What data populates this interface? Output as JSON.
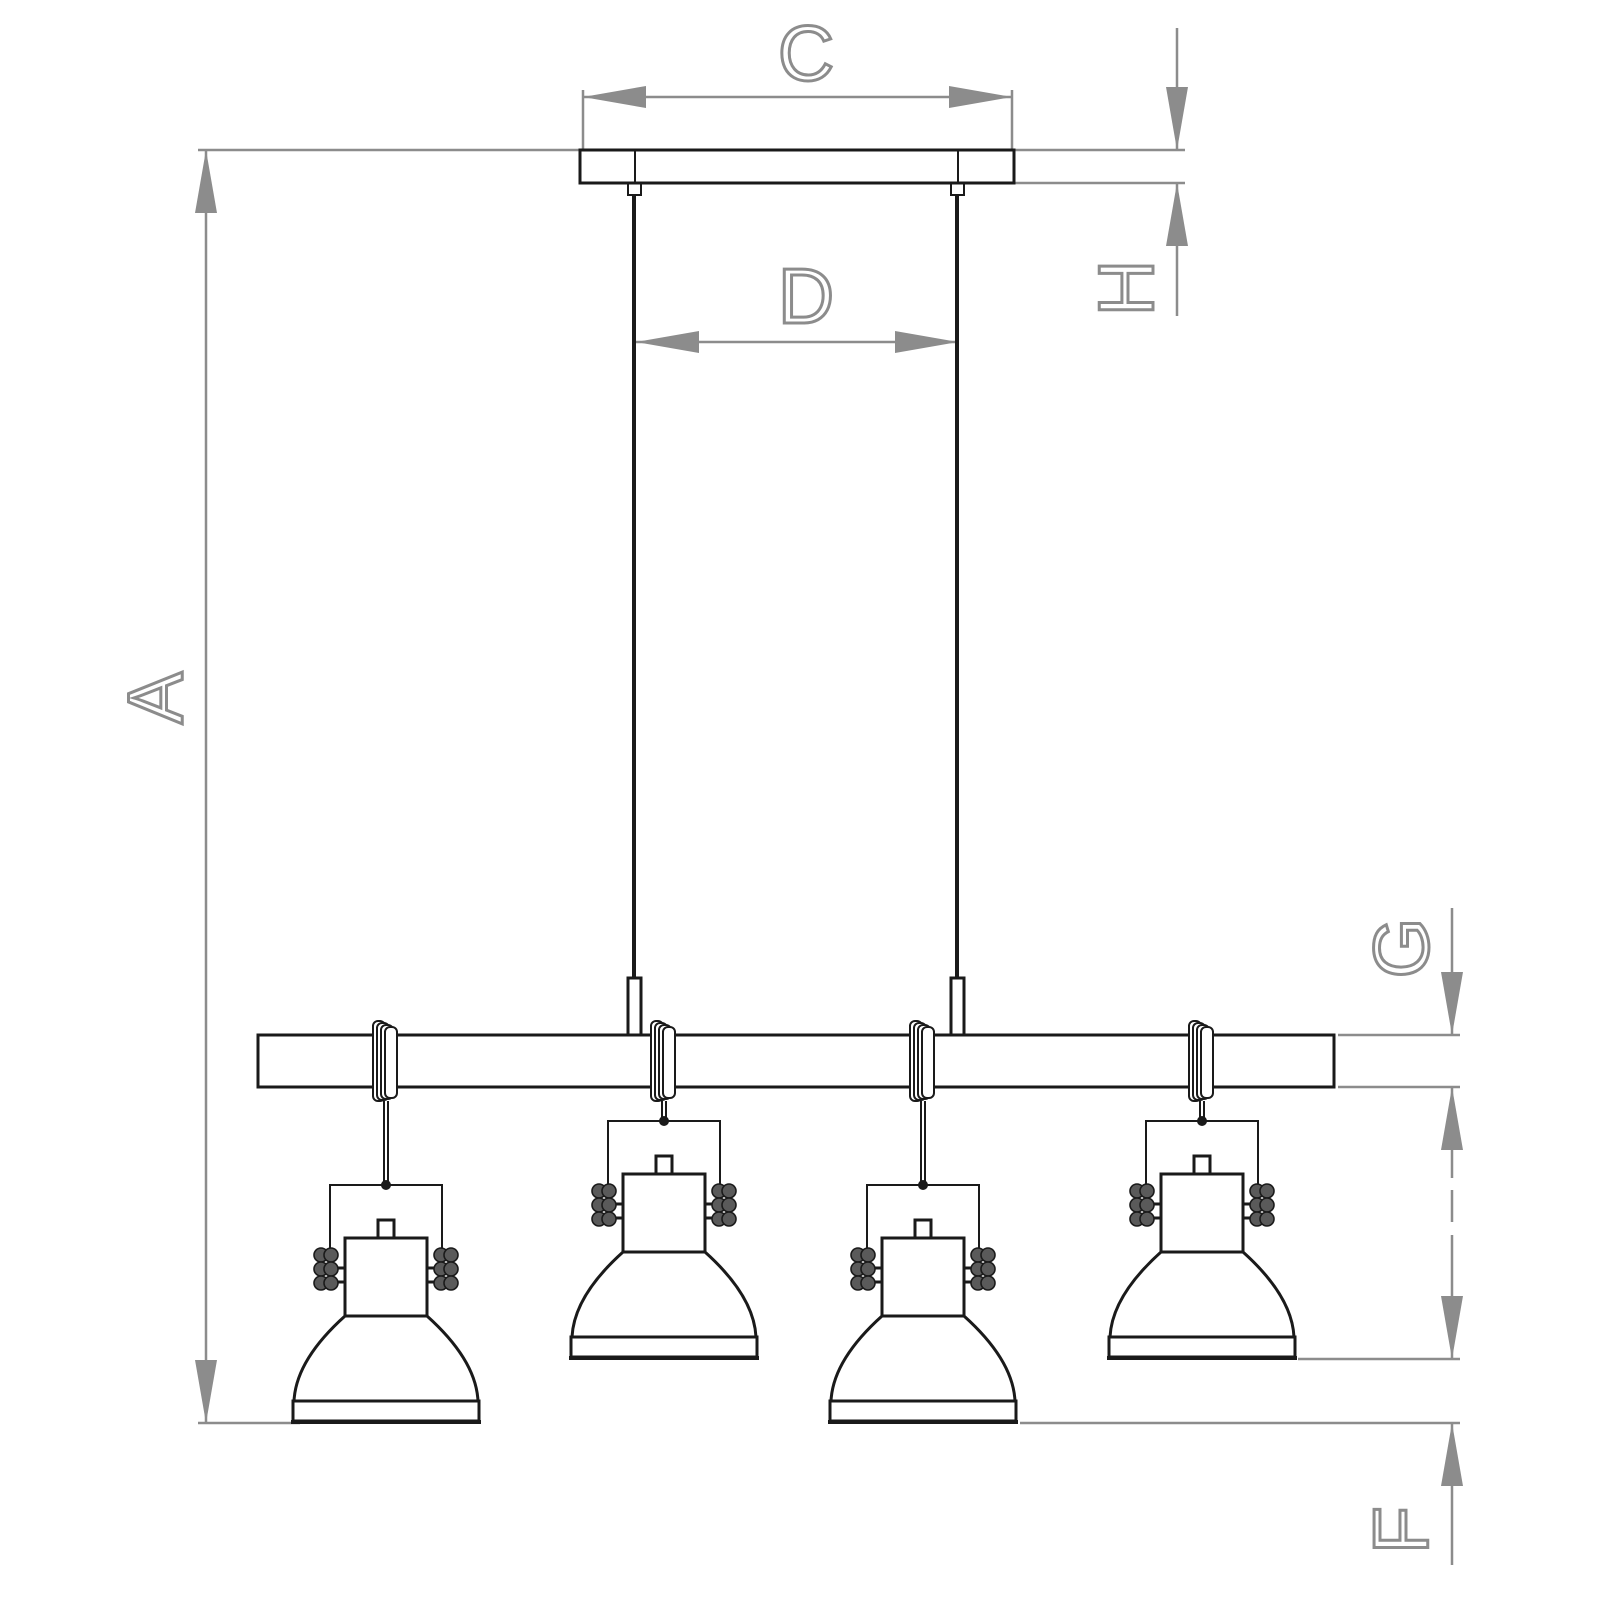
{
  "labels": {
    "A": "A",
    "C": "C",
    "D": "D",
    "H": "H",
    "G": "G",
    "F": "F"
  },
  "colors": {
    "dimension": "#8c8c8c",
    "outline": "#1a1a1a",
    "background": "#ffffff"
  },
  "lamp_count": 4
}
